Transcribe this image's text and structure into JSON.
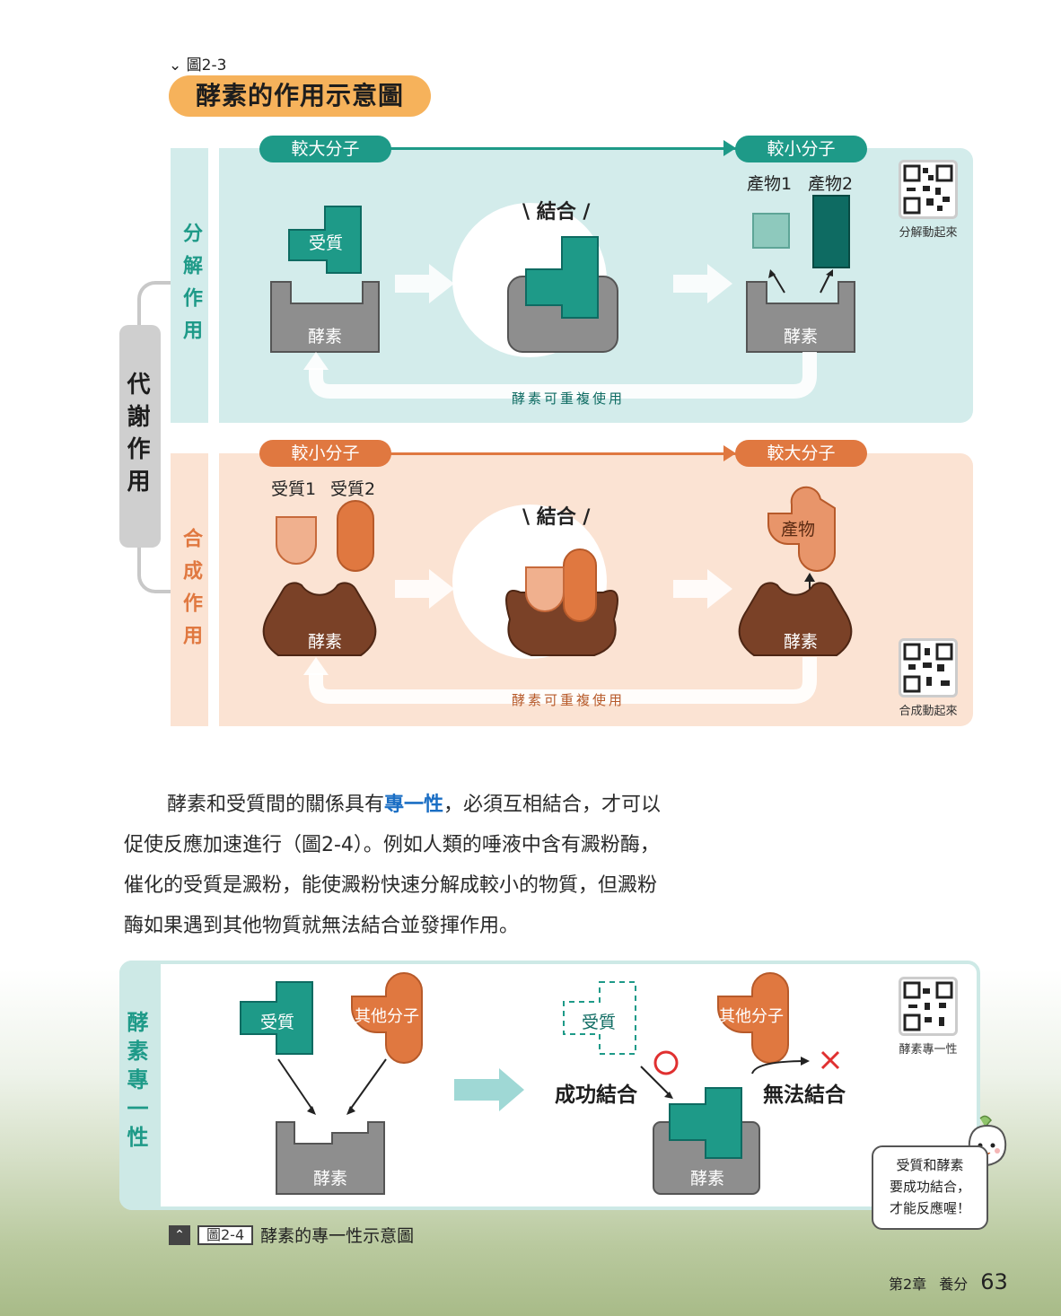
{
  "figure23": {
    "caption": "圖2-3",
    "title": "酵素的作用示意圖",
    "side_label": "代謝作用",
    "decomposition": {
      "label": "分解作用",
      "start_pill": "較大分子",
      "end_pill": "較小分子",
      "substrate": "受質",
      "enzyme": "酵素",
      "bind": "結合",
      "product1": "產物1",
      "product2": "產物2",
      "reuse": "酵素可重複使用",
      "qr_label": "分解動起來"
    },
    "synthesis": {
      "label": "合成作用",
      "start_pill": "較小分子",
      "end_pill": "較大分子",
      "substrate1": "受質1",
      "substrate2": "受質2",
      "enzyme": "酵素",
      "bind": "結合",
      "product": "產物",
      "reuse": "酵素可重複使用",
      "qr_label": "合成動起來"
    }
  },
  "paragraph": {
    "line1_pre": "酵素和受質間的關係具有",
    "line1_emph": "專一性",
    "line1_post": "，必須互相結合，才可以",
    "line2": "促使反應加速進行（圖2-4）。例如人類的唾液中含有澱粉酶，",
    "line3": "催化的受質是澱粉，能使澱粉快速分解成較小的物質，但澱粉",
    "line4": "酶如果遇到其他物質就無法結合並發揮作用。"
  },
  "figure24": {
    "side_label": "酵素專一性",
    "substrate": "受質",
    "other_molecule": "其他分子",
    "enzyme": "酵素",
    "substrate_right": "受質",
    "other_molecule_right": "其他分子",
    "success": "成功結合",
    "fail": "無法結合",
    "enzyme_right": "酵素",
    "qr_label": "酵素專一性",
    "tip": "受質和酵素要成功結合，才能反應喔！",
    "tip_line1": "受質和酵素",
    "tip_line2": "要成功結合，",
    "tip_line3": "才能反應喔！",
    "caption_num": "圖2-4",
    "caption_text": "酵素的專一性示意圖"
  },
  "footer": {
    "chapter": "第2章",
    "section": "養分",
    "page": "63"
  },
  "colors": {
    "teal": "#1e9a88",
    "teal_dark": "#0e6b62",
    "teal_panel": "#d3eceb",
    "orange": "#e07840",
    "orange_panel": "#fbe3d3",
    "brown": "#7a4127",
    "gray_enzyme": "#8e8e8e",
    "title_pill": "#f6b25b"
  }
}
